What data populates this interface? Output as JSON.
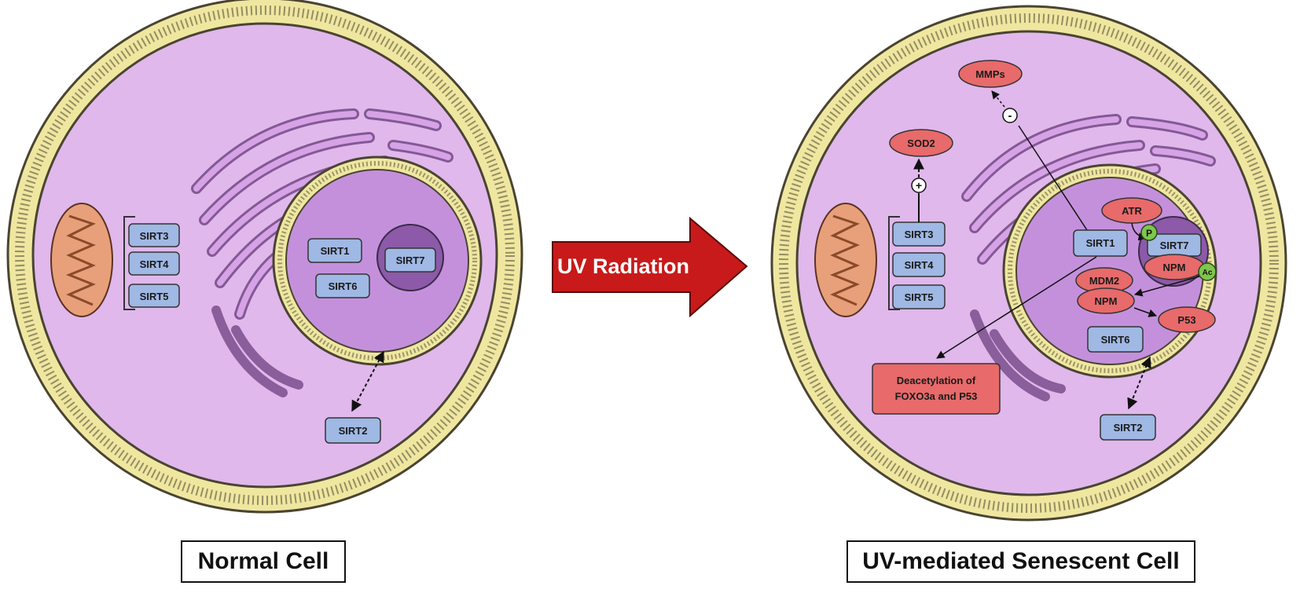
{
  "captions": {
    "left": "Normal Cell",
    "right": "UV-mediated Senescent Cell"
  },
  "arrow": {
    "label": "UV Radiation",
    "color": "#c81a1a"
  },
  "colors": {
    "membrane_outer": "#efe7a0",
    "cytoplasm": "#e0b8ec",
    "organelle": "#d6a3e6",
    "nucleus": "#c490dc",
    "nucleolus": "#8c5aa8",
    "protein_box": "#9fb8e4",
    "red_oval": "#e86a6a",
    "green_mark": "#7fc64d",
    "mitochondria": "#e8a07a"
  },
  "normal_cell": {
    "proteins": {
      "sirt3": "SIRT3",
      "sirt4": "SIRT4",
      "sirt5": "SIRT5",
      "sirt1": "SIRT1",
      "sirt6": "SIRT6",
      "sirt7": "SIRT7",
      "sirt2": "SIRT2"
    }
  },
  "senescent_cell": {
    "proteins": {
      "sirt3": "SIRT3",
      "sirt4": "SIRT4",
      "sirt5": "SIRT5",
      "sirt1": "SIRT1",
      "sirt7": "SIRT7",
      "sirt6": "SIRT6",
      "sirt2": "SIRT2"
    },
    "factors": {
      "mmps": "MMPs",
      "sod2": "SOD2",
      "atr": "ATR",
      "npm_nucleolus": "NPM",
      "mdm2": "MDM2",
      "npm": "NPM",
      "p53": "P53"
    },
    "marks": {
      "phospho": "P",
      "acetyl": "Ac",
      "plus": "+",
      "minus": "-"
    },
    "deacetylation": {
      "line1": "Deacetylation of",
      "line2": "FOXO3a and P53"
    }
  }
}
